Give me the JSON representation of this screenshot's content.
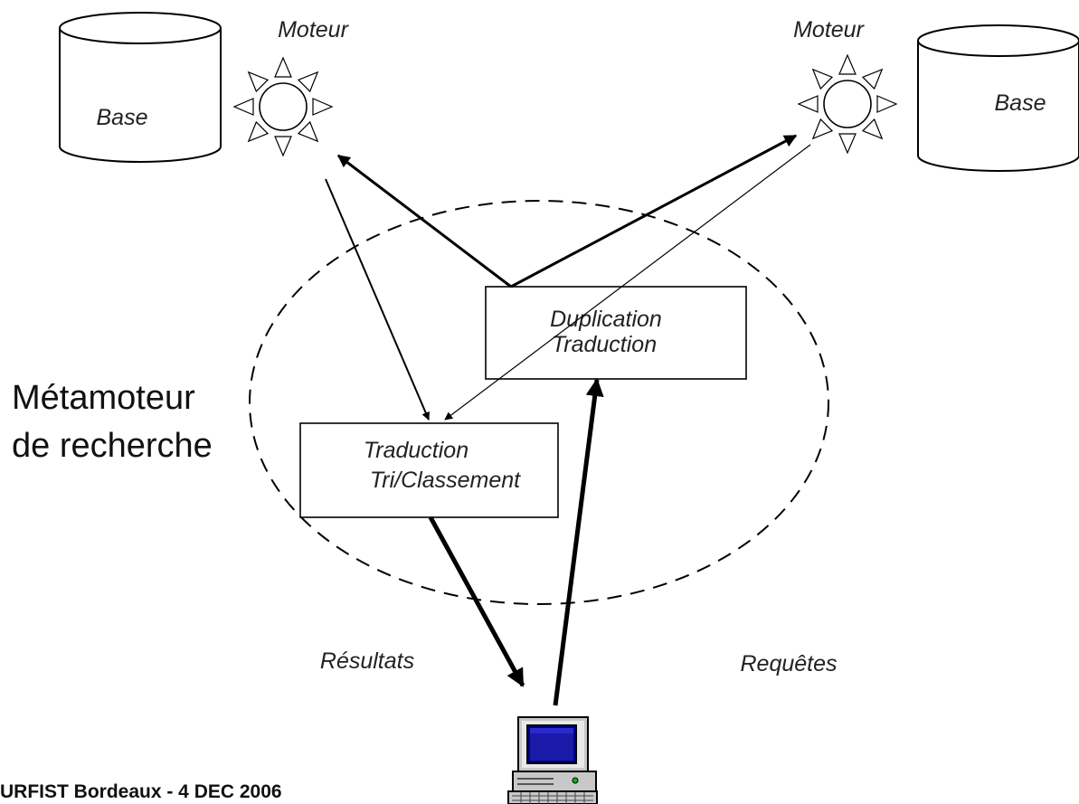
{
  "engines": {
    "left": {
      "engine_label": "Moteur",
      "base_label": "Base"
    },
    "right": {
      "engine_label": "Moteur",
      "base_label": "Base"
    }
  },
  "metasearch": {
    "line1": "Métamoteur",
    "line2": "de recherche"
  },
  "boxes": {
    "duplication": {
      "line1": "Duplication",
      "line2": "Traduction"
    },
    "ranking": {
      "line1": "Traduction",
      "line2": "Tri/Classement"
    }
  },
  "flows": {
    "results_label": "Résultats",
    "requests_label": "Requêtes"
  },
  "footer": "URFIST Bordeaux - 4 DEC 2006",
  "icons": [
    "database-icon",
    "sun-engine-icon",
    "computer-icon"
  ]
}
